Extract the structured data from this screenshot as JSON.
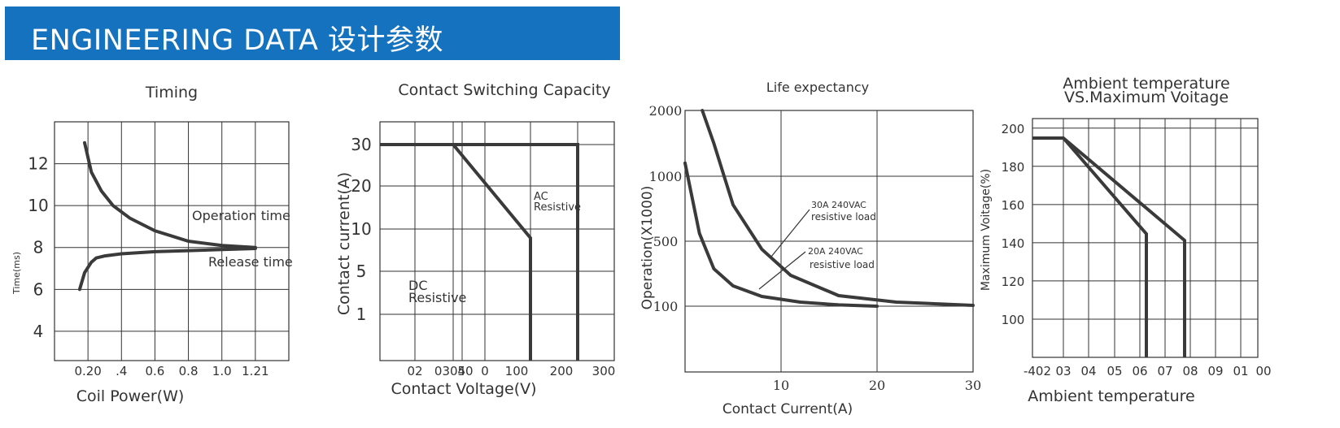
{
  "header": {
    "title": "ENGINEERING DATA 设计参数"
  },
  "chart_data": [
    {
      "type": "line",
      "title": "Timing",
      "xlabel": "Coil Power(W)",
      "ylabel": "Time(ms)",
      "x_ticks": [
        "0.20",
        ".4",
        "0.6",
        "0.8",
        "1.0",
        "1.21"
      ],
      "y_ticks": [
        "4",
        "6",
        "8",
        "10",
        "12"
      ],
      "xlim": [
        0,
        1.4
      ],
      "ylim": [
        2.6,
        14
      ],
      "grid": true,
      "series": [
        {
          "name": "Operation time",
          "x": [
            0.18,
            0.22,
            0.28,
            0.35,
            0.45,
            0.6,
            0.8,
            1.0,
            1.2
          ],
          "y": [
            13,
            11.6,
            10.7,
            10.0,
            9.4,
            8.8,
            8.3,
            8.1,
            8.0
          ]
        },
        {
          "name": "Release time",
          "x": [
            0.15,
            0.18,
            0.22,
            0.25,
            0.3,
            0.4,
            0.6,
            0.8,
            1.0,
            1.2
          ],
          "y": [
            6.0,
            6.8,
            7.3,
            7.5,
            7.6,
            7.7,
            7.8,
            7.85,
            7.9,
            7.95
          ]
        }
      ]
    },
    {
      "type": "line",
      "title": "Contact Switching Capacity",
      "xlabel": "Contact Voltage(V)",
      "ylabel": "Contact current(A)",
      "x_ticks": [
        "02",
        "0304",
        "50",
        "0",
        "100",
        "200",
        "300"
      ],
      "y_ticks": [
        "1",
        "5",
        "10",
        "20",
        "30"
      ],
      "grid": true,
      "annotations": [
        {
          "text_1": "AC",
          "text_2": "Resistive"
        },
        {
          "text_1": "DC",
          "text_2": "Resistive"
        }
      ]
    },
    {
      "type": "line",
      "title": "Life expectancy",
      "xlabel": "Contact Current(A)",
      "ylabel": "Operation(X1000)",
      "x_ticks": [
        "10",
        "20",
        "30"
      ],
      "y_ticks": [
        "100",
        "500",
        "1000",
        "2000"
      ],
      "xlim": [
        0,
        30
      ],
      "grid": true,
      "series": [
        {
          "name": "30A 240VAC resistive load",
          "x": [
            1.8,
            3,
            5,
            8,
            11,
            16,
            22,
            30
          ],
          "y": [
            2000,
            1500,
            780,
            450,
            290,
            165,
            125,
            105
          ]
        },
        {
          "name": "20A 240VAC resistive load",
          "x": [
            0,
            1.5,
            3,
            5,
            8,
            12,
            16,
            20
          ],
          "y": [
            1200,
            560,
            330,
            225,
            160,
            125,
            108,
            100
          ]
        }
      ],
      "annotations": [
        {
          "line_1": "30A 240VAC",
          "line_2": "resistive load"
        },
        {
          "line_1": "20A 240VAC",
          "line_2": "resistive load"
        }
      ]
    },
    {
      "type": "line",
      "title_line_1": "Ambient temperature",
      "title_line_2": "VS.Maximum Voitage",
      "xlabel": "Ambient temperature",
      "ylabel": "Maximum Voitage(%)",
      "x_ticks": [
        "-402",
        "03",
        "04",
        "05",
        "06",
        "07",
        "08",
        "09",
        "01",
        "00"
      ],
      "y_ticks": [
        "100",
        "120",
        "140",
        "160",
        "180",
        "200"
      ],
      "ylim": [
        80,
        205
      ],
      "grid": true
    }
  ]
}
